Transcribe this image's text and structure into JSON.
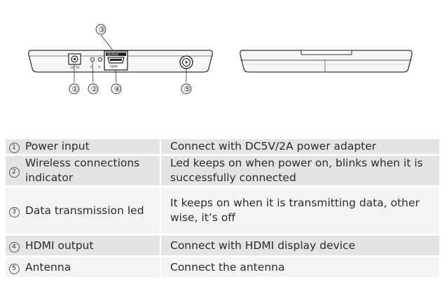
{
  "diagram": {
    "callouts": [
      "①",
      "②",
      "③",
      "④",
      "⑤"
    ],
    "port_labels": {
      "dc": "DC 5V",
      "hdmi_top": "OUTPUT",
      "hdmi_bottom": "HDMI"
    }
  },
  "table": {
    "rows": [
      {
        "num": "1",
        "feature": "Power input",
        "description": "Connect with DC5V/2A power adapter"
      },
      {
        "num": "2",
        "feature": "Wireless connections indicator",
        "description": "Led keeps on when power on, blinks when it is successfully connected"
      },
      {
        "num": "3",
        "feature": "Data transmission led",
        "description": "It keeps on when it is transmitting data, other wise, it’s off"
      },
      {
        "num": "4",
        "feature": "HDMI output",
        "description": "Connect with HDMI display device"
      },
      {
        "num": "5",
        "feature": "Antenna",
        "description": "Connect the antenna"
      }
    ]
  }
}
